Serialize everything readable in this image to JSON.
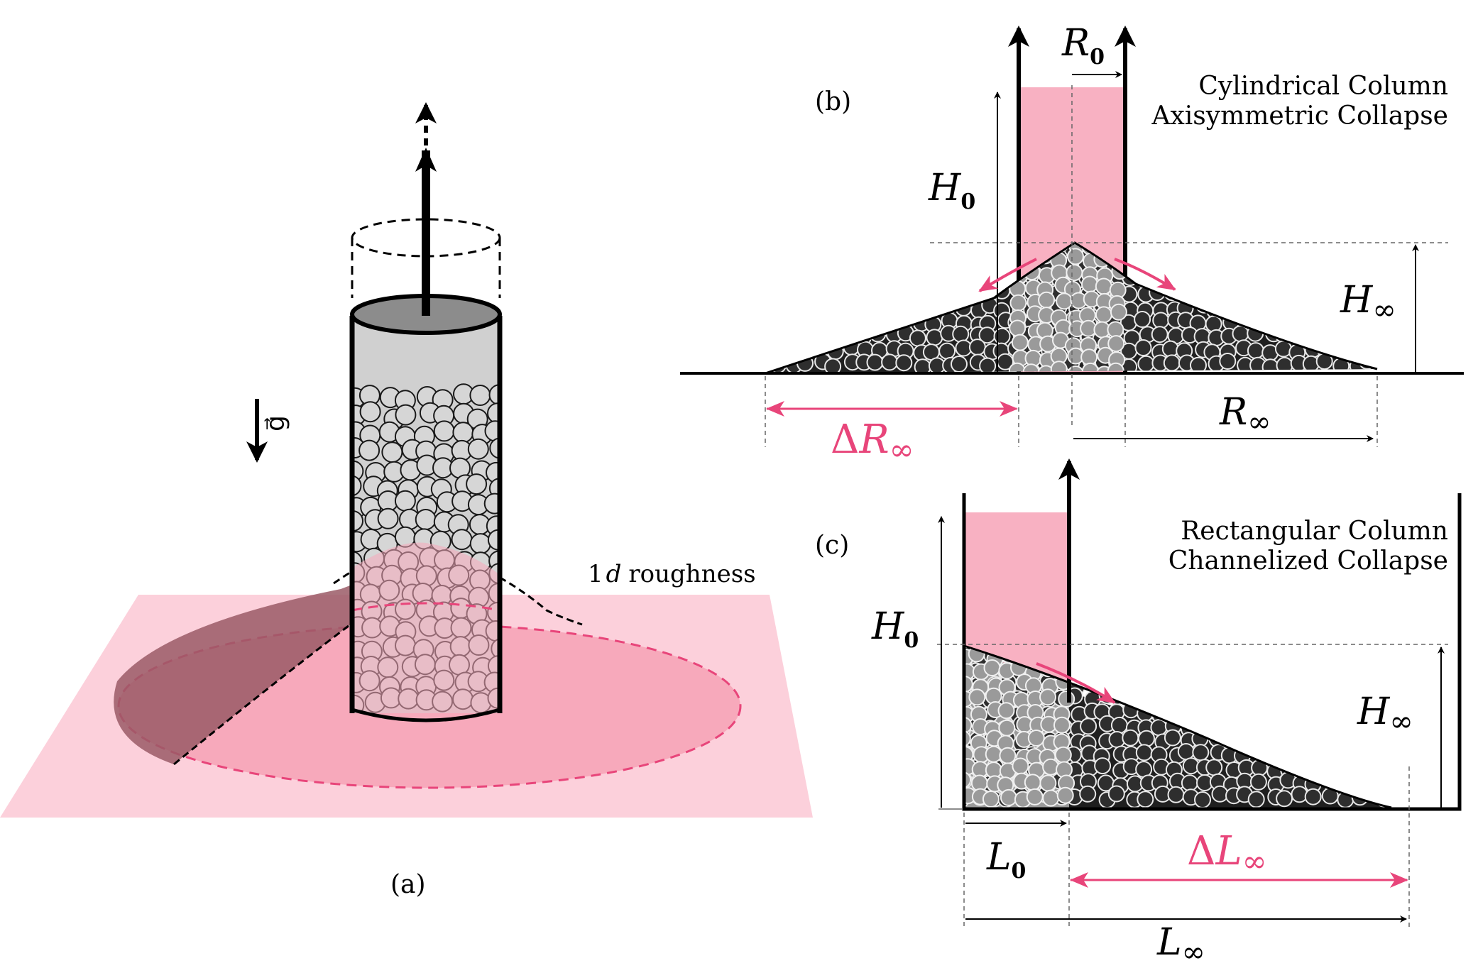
{
  "panel_a": {
    "label": "(a)",
    "gravity_label": "g⃗",
    "roughness_num": "1",
    "roughness_var": "d",
    "roughness_text": "roughness"
  },
  "panel_b": {
    "label": "(b)",
    "title_line1": "Cylindrical Column",
    "title_line2": "Axisymmetric Collapse",
    "r0_var": "R",
    "r0_sub": "0",
    "h0_var": "H",
    "h0_sub": "0",
    "hinf_var": "H",
    "hinf_sub": "∞",
    "delta_r_prefix": "Δ",
    "delta_r_var": "R",
    "delta_r_sub": "∞",
    "rinf_var": "R",
    "rinf_sub": "∞"
  },
  "panel_c": {
    "label": "(c)",
    "title_line1": "Rectangular Column",
    "title_line2": "Channelized Collapse",
    "h0_var": "H",
    "h0_sub": "0",
    "hinf_var": "H",
    "hinf_sub": "∞",
    "l0_var": "L",
    "l0_sub": "0",
    "delta_l_prefix": "Δ",
    "delta_l_var": "L",
    "delta_l_sub": "∞",
    "linf_var": "L",
    "linf_sub": "∞"
  },
  "colors": {
    "pink_light": "#fcd0db",
    "pink_mid": "#f7a9bb",
    "pink_accent": "#e8457a",
    "dark_lobe": "#9a5a66",
    "grain_dark": "#2e2e2e",
    "grain_light": "#d6d6d6",
    "tube_gray": "#cfcfcf",
    "lid_gray": "#8c8c8c"
  }
}
